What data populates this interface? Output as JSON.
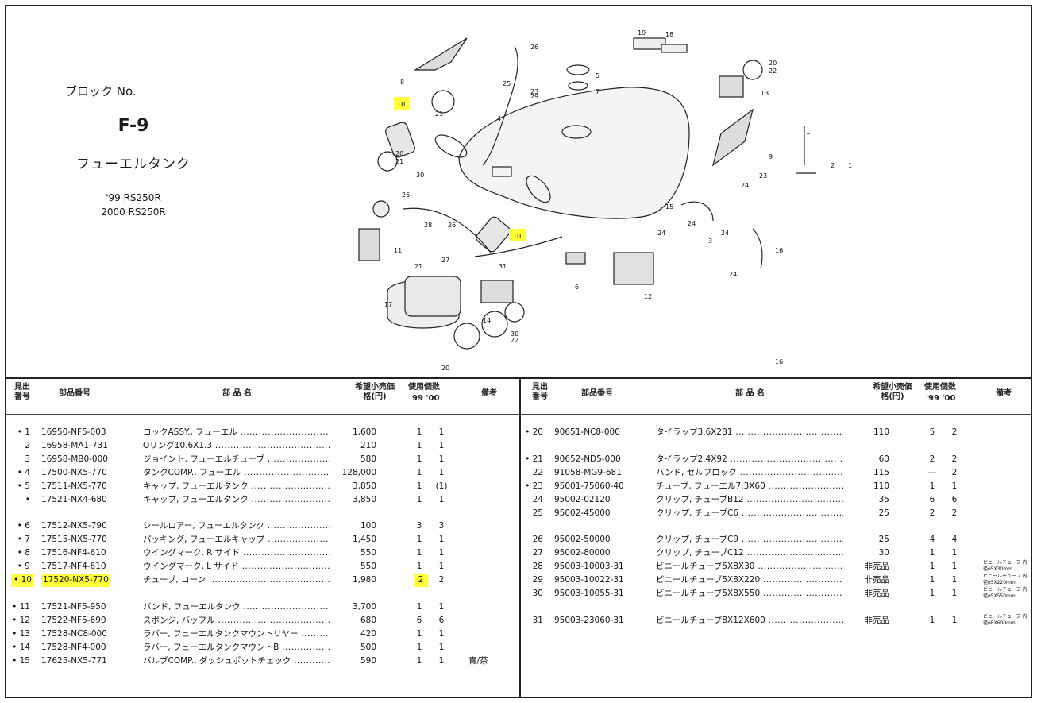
{
  "block": {
    "label": "ブロック No.",
    "code": "F-9",
    "name": "フューエルタンク",
    "model_1": "'99 RS250R",
    "model_2": "2000 RS250R"
  },
  "diagram": {
    "callouts": [
      "1",
      "2",
      "3",
      "4",
      "5",
      "6",
      "7",
      "8",
      "9",
      "10",
      "10",
      "11",
      "12",
      "13",
      "14",
      "15",
      "16",
      "16",
      "17",
      "18",
      "19",
      "20",
      "20",
      "20",
      "21",
      "21",
      "21",
      "22",
      "22",
      "23",
      "23",
      "24",
      "24",
      "24",
      "24",
      "24",
      "25",
      "26",
      "26",
      "26",
      "27",
      "28",
      "29",
      "30",
      "30",
      "31"
    ],
    "highlight_color": "#ffff3a"
  },
  "table": {
    "headers": {
      "ref": "見出番号",
      "part_no": "部品番号",
      "part_name": "部 品 名",
      "price": "希望小売価格(円)",
      "qty": "使用個数",
      "qty_years": "'99 '00",
      "remarks": "備考"
    },
    "left": [
      {
        "mark": "• 1",
        "pn": "16950-NF5-003",
        "name": "コックASSY., フューエル",
        "price": "1,600",
        "q99": "1",
        "q00": "1",
        "remark": ""
      },
      {
        "mark": "2",
        "pn": "16958-MA1-731",
        "name": "Oリング10.6X1.3",
        "price": "210",
        "q99": "1",
        "q00": "1",
        "remark": ""
      },
      {
        "mark": "3",
        "pn": "16958-MB0-000",
        "name": "ジョイント, フューエルチューブ",
        "price": "580",
        "q99": "1",
        "q00": "1",
        "remark": ""
      },
      {
        "mark": "• 4",
        "pn": "17500-NX5-770",
        "name": "タンクCOMP., フューエル",
        "price": "128,000",
        "q99": "1",
        "q00": "1",
        "remark": ""
      },
      {
        "mark": "• 5",
        "pn": "17511-NX5-770",
        "name": "キャップ, フューエルタンク",
        "price": "3,850",
        "q99": "1",
        "q00": "(1)",
        "remark": ""
      },
      {
        "mark": "•",
        "pn": "17521-NX4-680",
        "name": "キャップ, フューエルタンク",
        "price": "3,850",
        "q99": "1",
        "q00": "1",
        "remark": ""
      },
      {
        "mark": "• 6",
        "pn": "17512-NX5-790",
        "name": "シールロアー, フューエルタンク",
        "price": "100",
        "q99": "3",
        "q00": "3",
        "remark": ""
      },
      {
        "mark": "• 7",
        "pn": "17515-NX5-770",
        "name": "パッキング, フューエルキャップ",
        "price": "1,450",
        "q99": "1",
        "q00": "1",
        "remark": ""
      },
      {
        "mark": "• 8",
        "pn": "17516-NF4-610",
        "name": "ウイングマーク, R サイド",
        "price": "550",
        "q99": "1",
        "q00": "1",
        "remark": ""
      },
      {
        "mark": "• 9",
        "pn": "17517-NF4-610",
        "name": "ウイングマーク, L サイド",
        "price": "550",
        "q99": "1",
        "q00": "1",
        "remark": ""
      },
      {
        "mark": "• 10",
        "pn": "17520-NX5-770",
        "name": "チューブ, コーン",
        "price": "1,980",
        "q99": "2",
        "q00": "2",
        "remark": ""
      },
      {
        "mark": "• 11",
        "pn": "17521-NF5-950",
        "name": "バンド, フューエルタンク",
        "price": "3,700",
        "q99": "1",
        "q00": "1",
        "remark": ""
      },
      {
        "mark": "• 12",
        "pn": "17522-NF5-690",
        "name": "スポンジ, バッフル",
        "price": "680",
        "q99": "6",
        "q00": "6",
        "remark": ""
      },
      {
        "mark": "• 13",
        "pn": "17528-NC8-000",
        "name": "ラバー, フューエルタンクマウントリヤー",
        "price": "420",
        "q99": "1",
        "q00": "1",
        "remark": ""
      },
      {
        "mark": "• 14",
        "pn": "17528-NF4-000",
        "name": "ラバー, フューエルタンクマウントB",
        "price": "500",
        "q99": "1",
        "q00": "1",
        "remark": ""
      },
      {
        "mark": "• 15",
        "pn": "17625-NX5-771",
        "name": "バルブCOMP., ダッシュポットチェック",
        "price": "590",
        "q99": "1",
        "q00": "1",
        "remark": "青/茶"
      }
    ],
    "right": [
      {
        "mark": "• 20",
        "pn": "90651-NC8-000",
        "name": "タイラップ3.6X281",
        "price": "110",
        "q99": "5",
        "q00": "2",
        "remark": ""
      },
      {
        "mark": "• 21",
        "pn": "90652-ND5-000",
        "name": "タイラップ2.4X92",
        "price": "60",
        "q99": "2",
        "q00": "2",
        "remark": ""
      },
      {
        "mark": "22",
        "pn": "91058-MG9-681",
        "name": "バンド, セルフロック",
        "price": "115",
        "q99": "—",
        "q00": "2",
        "remark": ""
      },
      {
        "mark": "• 23",
        "pn": "95001-75060-40",
        "name": "チューブ, フューエル7.3X60",
        "price": "110",
        "q99": "1",
        "q00": "1",
        "remark": ""
      },
      {
        "mark": "24",
        "pn": "95002-02120",
        "name": "クリップ, チューブB12",
        "price": "35",
        "q99": "6",
        "q00": "6",
        "remark": ""
      },
      {
        "mark": "25",
        "pn": "95002-45000",
        "name": "クリップ, チューブC6",
        "price": "25",
        "q99": "2",
        "q00": "2",
        "remark": ""
      },
      {
        "mark": "26",
        "pn": "95002-50000",
        "name": "クリップ, チューブC9",
        "price": "25",
        "q99": "4",
        "q00": "4",
        "remark": ""
      },
      {
        "mark": "27",
        "pn": "95002-80000",
        "name": "クリップ, チューブC12",
        "price": "30",
        "q99": "1",
        "q00": "1",
        "remark": ""
      },
      {
        "mark": "28",
        "pn": "95003-10003-31",
        "name": "ビニールチューブ5X8X30",
        "price": "非売品",
        "q99": "1",
        "q00": "1",
        "remark": "ビニールチューブ 内径ø5X30mm"
      },
      {
        "mark": "29",
        "pn": "95003-10022-31",
        "name": "ビニールチューブ5X8X220",
        "price": "非売品",
        "q99": "1",
        "q00": "1",
        "remark": "ビニールチューブ 内径ø5X220mm"
      },
      {
        "mark": "30",
        "pn": "95003-10055-31",
        "name": "ビニールチューブ5X8X550",
        "price": "非売品",
        "q99": "1",
        "q00": "1",
        "remark": "ビニールチューブ 内径ø5X550mm"
      },
      {
        "mark": "31",
        "pn": "95003-23060-31",
        "name": "ビニールチューブ8X12X600",
        "price": "非売品",
        "q99": "1",
        "q00": "1",
        "remark": "ビニールチューブ 内径ø8X600mm"
      }
    ]
  }
}
